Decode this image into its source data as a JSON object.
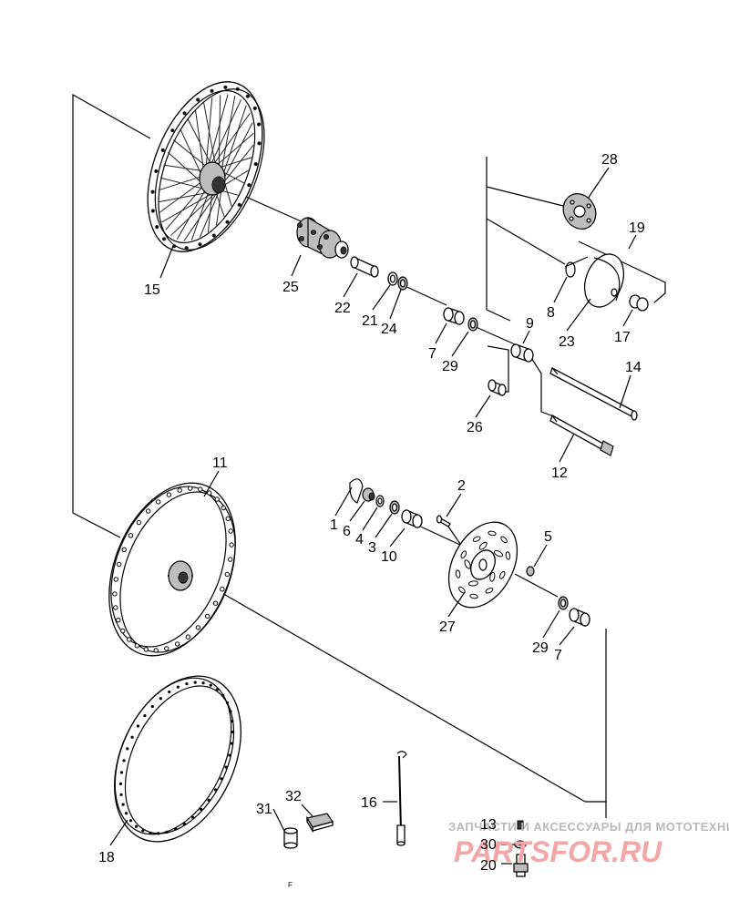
{
  "diagram": {
    "callouts": [
      {
        "id": "c15",
        "text": "15"
      },
      {
        "id": "c25",
        "text": "25"
      },
      {
        "id": "c22",
        "text": "22"
      },
      {
        "id": "c21",
        "text": "21"
      },
      {
        "id": "c24",
        "text": "24"
      },
      {
        "id": "c28",
        "text": "28"
      },
      {
        "id": "c19",
        "text": "19"
      },
      {
        "id": "c8",
        "text": "8"
      },
      {
        "id": "c23",
        "text": "23"
      },
      {
        "id": "c17",
        "text": "17"
      },
      {
        "id": "c9",
        "text": "9"
      },
      {
        "id": "c7a",
        "text": "7"
      },
      {
        "id": "c29a",
        "text": "29"
      },
      {
        "id": "c14",
        "text": "14"
      },
      {
        "id": "c26",
        "text": "26"
      },
      {
        "id": "c12",
        "text": "12"
      },
      {
        "id": "c11",
        "text": "11"
      },
      {
        "id": "c2",
        "text": "2"
      },
      {
        "id": "c1",
        "text": "1"
      },
      {
        "id": "c6",
        "text": "6"
      },
      {
        "id": "c4",
        "text": "4"
      },
      {
        "id": "c3",
        "text": "3"
      },
      {
        "id": "c10",
        "text": "10"
      },
      {
        "id": "c5",
        "text": "5"
      },
      {
        "id": "c27",
        "text": "27"
      },
      {
        "id": "c29b",
        "text": "29"
      },
      {
        "id": "c7b",
        "text": "7"
      },
      {
        "id": "c16",
        "text": "16"
      },
      {
        "id": "c32",
        "text": "32"
      },
      {
        "id": "c31",
        "text": "31"
      },
      {
        "id": "c18",
        "text": "18"
      },
      {
        "id": "c13",
        "text": "13"
      },
      {
        "id": "c30",
        "text": "30"
      },
      {
        "id": "c20",
        "text": "20"
      }
    ],
    "footer_mark": "F"
  },
  "watermark": {
    "top_text": "ЗАПЧАСТИ И АКСЕССУАРЫ ДЛЯ МОТОТЕХНИКИ",
    "logo_text": "PARTSFOR.RU",
    "color": "#f2a6a6"
  }
}
